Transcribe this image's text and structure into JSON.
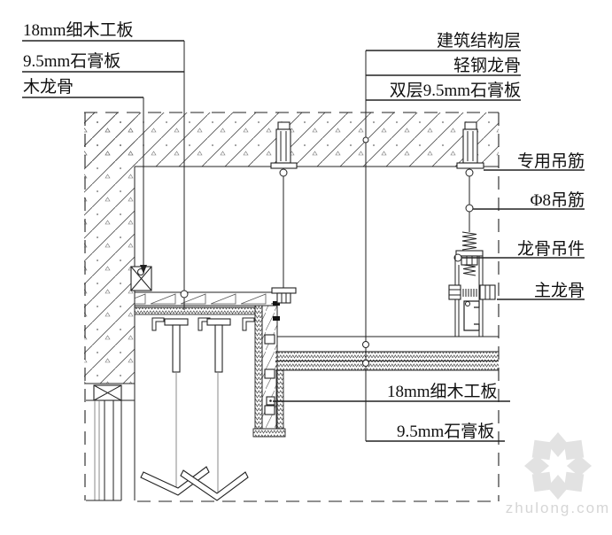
{
  "drawing": {
    "labels": {
      "blockboard_top": "18mm细木工板",
      "gypsum_top": "9.5mm石膏板",
      "wood_keel": "木龙骨",
      "structure_layer": "建筑结构层",
      "light_steel_keel": "轻钢龙骨",
      "double_gypsum": "双层9.5mm石膏板",
      "special_hanger_rod": "专用吊筋",
      "phi8_hanger_rod": "Φ8吊筋",
      "keel_hanger": "龙骨吊件",
      "main_keel": "主龙骨",
      "blockboard_bottom": "18mm细木工板",
      "gypsum_bottom": "9.5mm石膏板"
    },
    "watermark": {
      "text": "zhulong.com"
    },
    "colors": {
      "line": "#222222",
      "hatch": "#555555",
      "watermark": "#dcdcdc",
      "background": "#ffffff"
    }
  }
}
